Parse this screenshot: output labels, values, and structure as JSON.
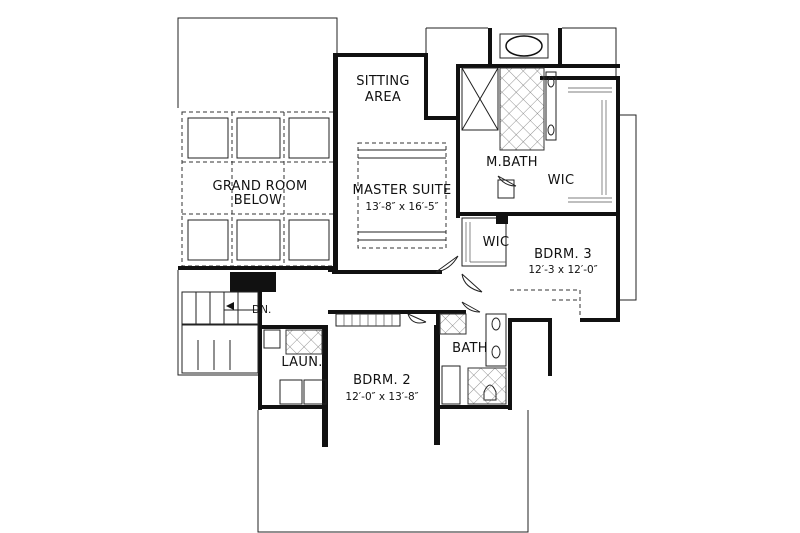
{
  "rooms": {
    "grand_room": {
      "line1": "GRAND ROOM",
      "line2": "BELOW"
    },
    "sitting_area": {
      "line1": "SITTING",
      "line2": "AREA"
    },
    "master_suite": {
      "name": "MASTER SUITE",
      "dims": "13′-8″ x 16′-5″"
    },
    "master_bath": {
      "name": "M.BATH"
    },
    "master_wic": {
      "name": "WIC"
    },
    "wic_2": {
      "name": "WIC"
    },
    "bedroom_3": {
      "name": "BDRM. 3",
      "dims": "12′-3 x 12′-0″"
    },
    "bedroom_2": {
      "name": "BDRM. 2",
      "dims": "12′-0″ x 13′-8″"
    },
    "bath": {
      "name": "BATH"
    },
    "laundry": {
      "name": "LAUN."
    },
    "stairs": {
      "label": "DN."
    }
  },
  "colors": {
    "wall": "#111111",
    "background": "#ffffff",
    "line": "#222222"
  }
}
